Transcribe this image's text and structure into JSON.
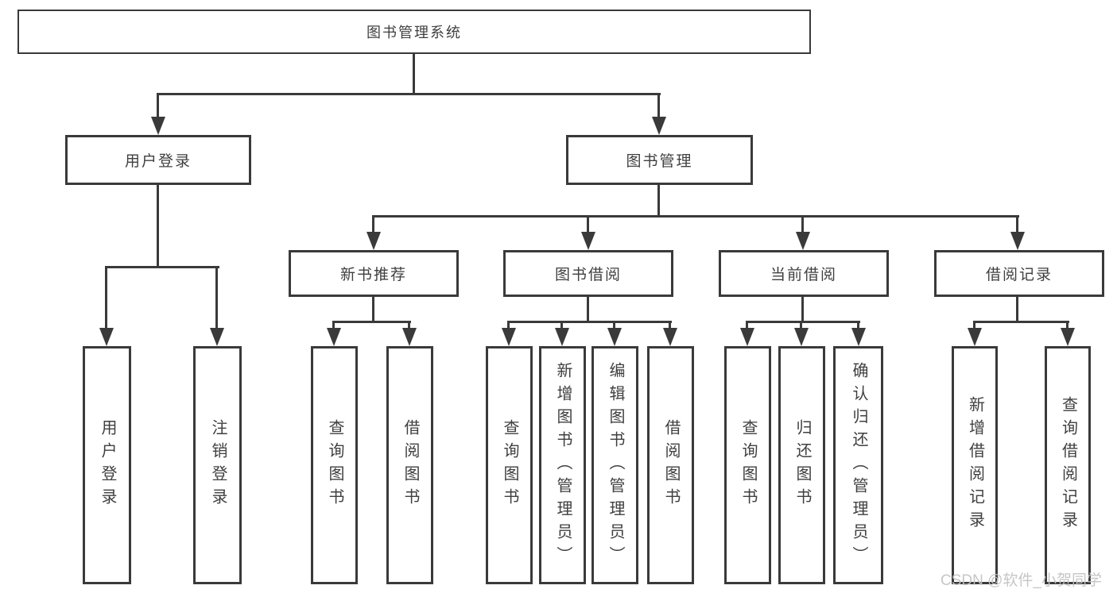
{
  "tree": {
    "label": "图书管理系统",
    "children": [
      {
        "label": "用户登录",
        "children": [
          {
            "label": "用户登录"
          },
          {
            "label": "注销登录"
          }
        ]
      },
      {
        "label": "图书管理",
        "children": [
          {
            "label": "新书推荐",
            "children": [
              {
                "label": "查询图书"
              },
              {
                "label": "借阅图书"
              }
            ]
          },
          {
            "label": "图书借阅",
            "children": [
              {
                "label": "查询图书"
              },
              {
                "label": "新增图书（管理员）"
              },
              {
                "label": "编辑图书（管理员）"
              },
              {
                "label": "借阅图书"
              }
            ]
          },
          {
            "label": "当前借阅",
            "children": [
              {
                "label": "查询图书"
              },
              {
                "label": "归还图书"
              },
              {
                "label": "确认归还（管理员）"
              }
            ]
          },
          {
            "label": "借阅记录",
            "children": [
              {
                "label": "新增借阅记录"
              },
              {
                "label": "查询借阅记录"
              }
            ]
          }
        ]
      }
    ]
  },
  "watermark": {
    "text": "CSDN @软件_小贺同学"
  },
  "colors": {
    "line": "#3a3a3a",
    "text": "#3f3f3f",
    "background": "#ffffff",
    "watermark": "#c3c3c3"
  }
}
